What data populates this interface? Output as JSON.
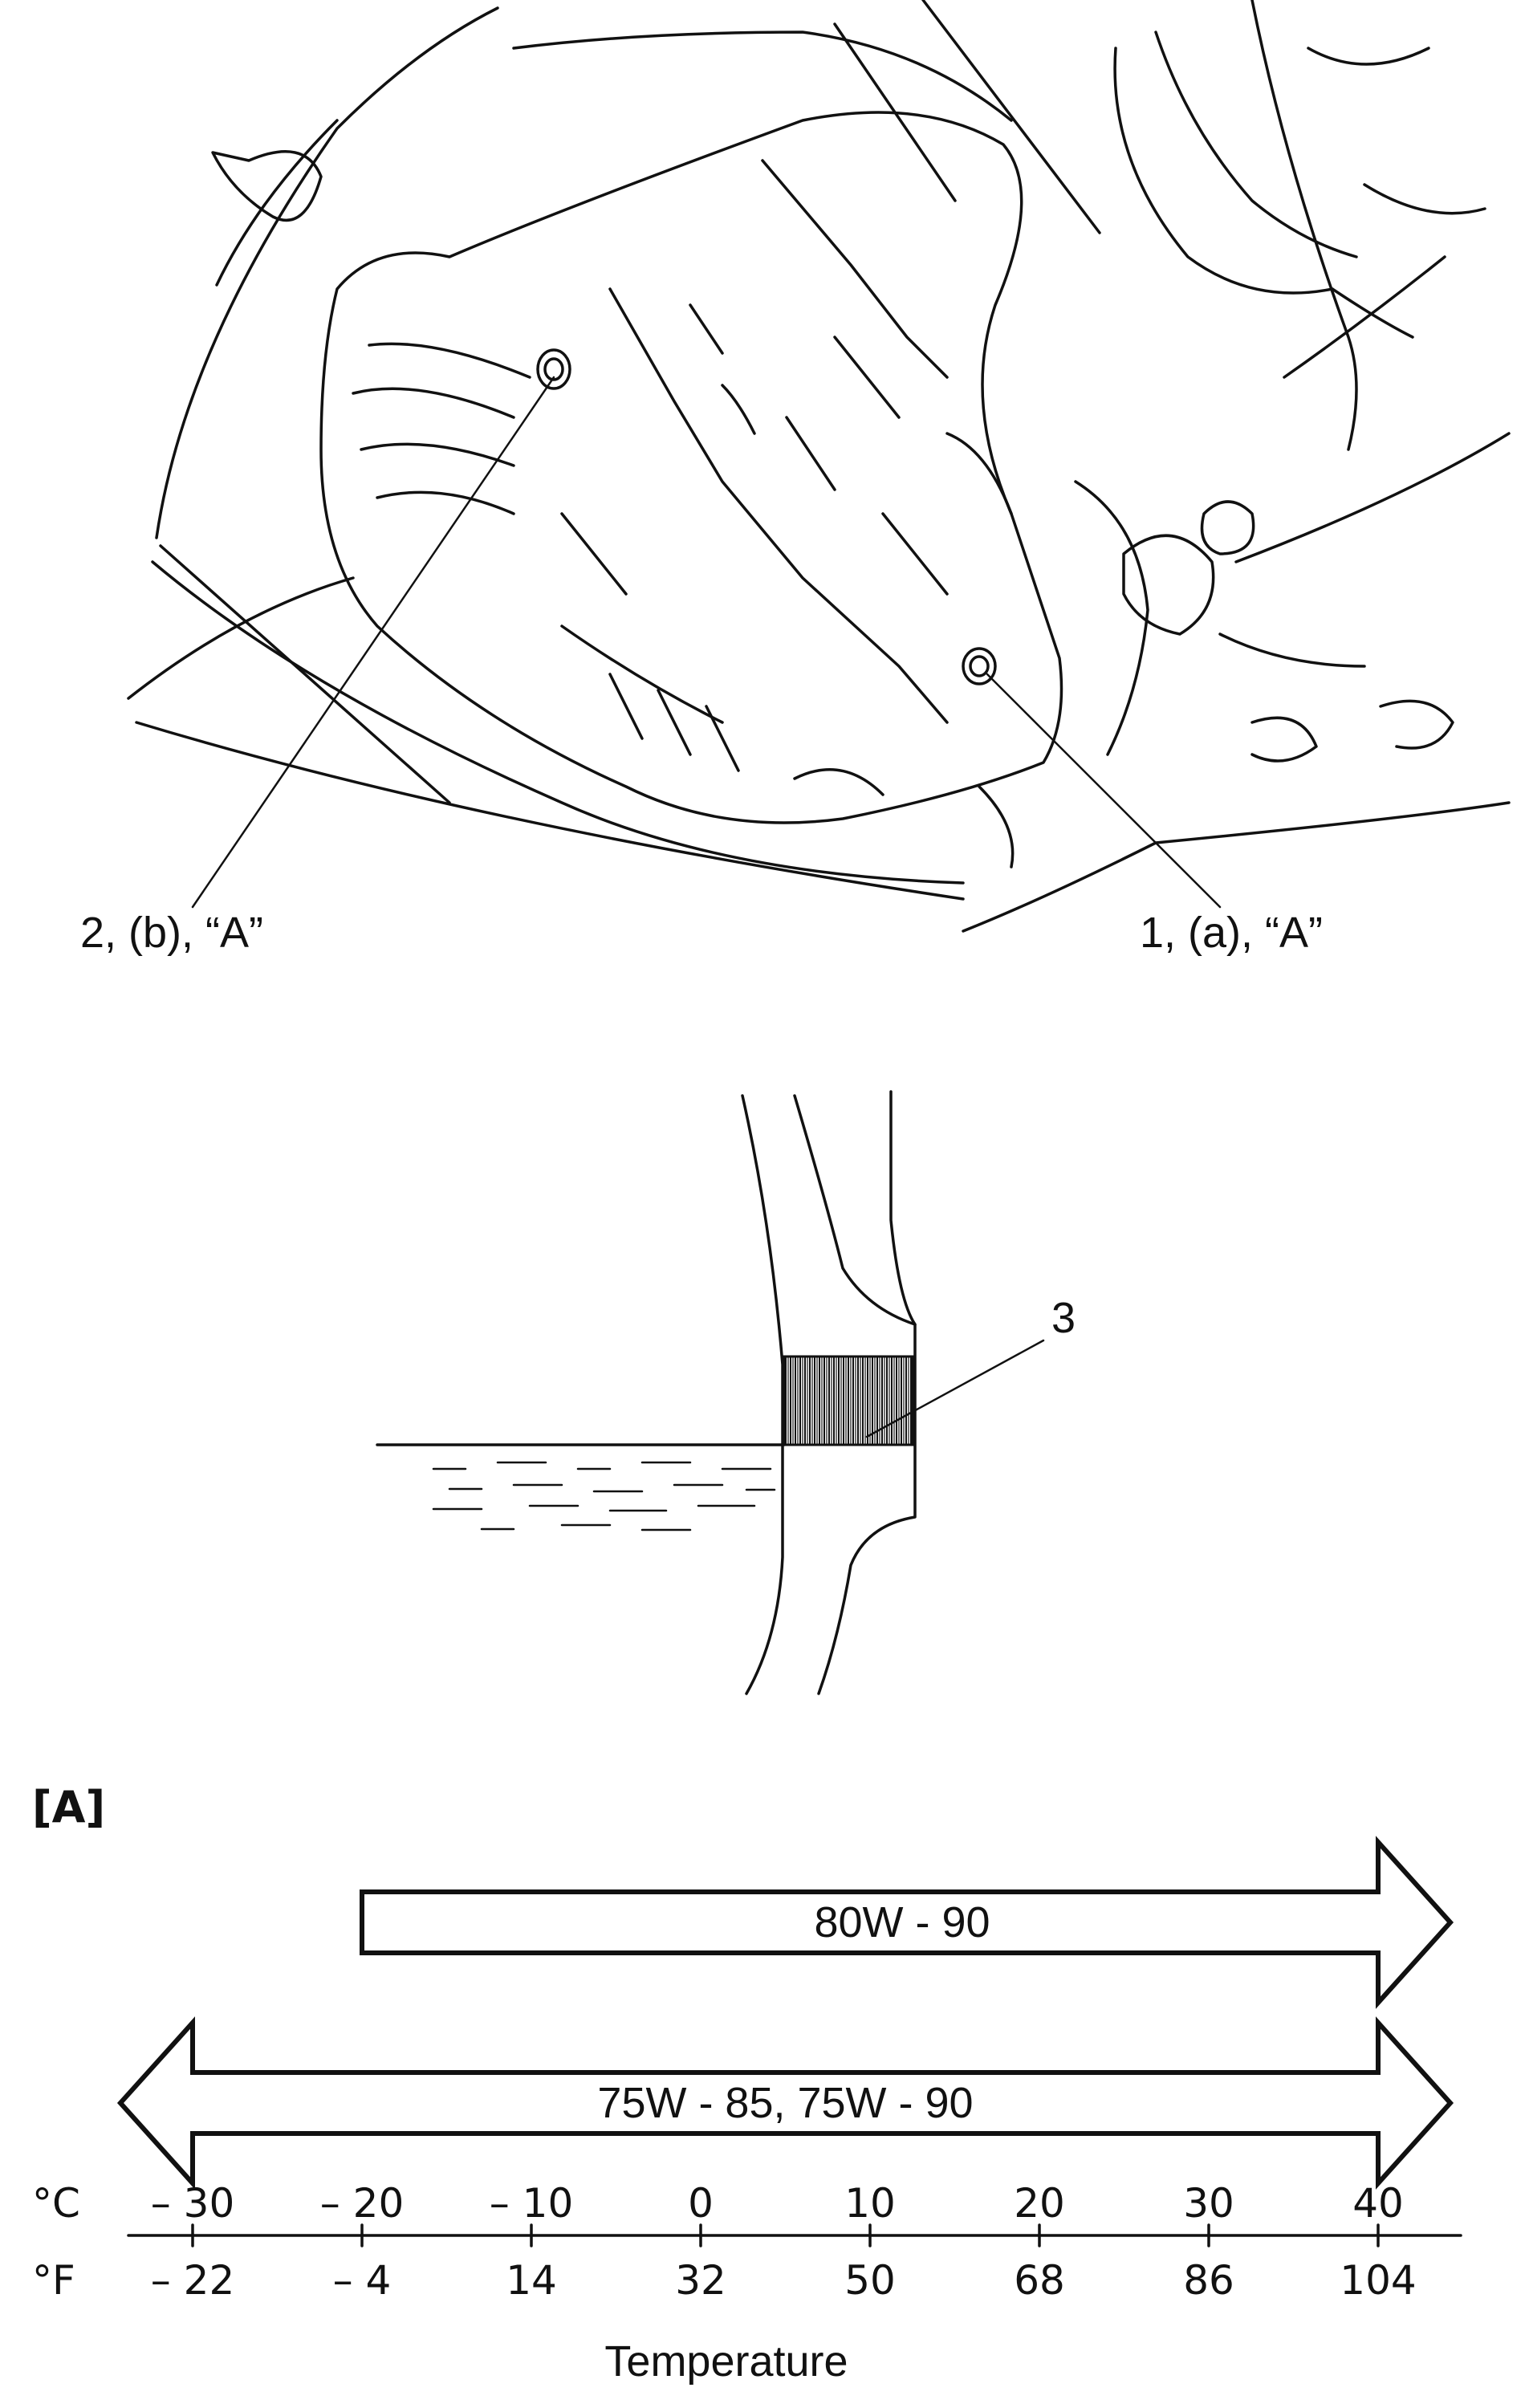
{
  "callouts": {
    "drain_plug": "1, (a), “A”",
    "filler_plug": "2, (b), “A”",
    "oil_level": "3"
  },
  "section_label": "[A]",
  "viscosity_chart": {
    "ranges": [
      {
        "label": "80W - 90",
        "from_c": -20,
        "to_c": 40,
        "open_right": true,
        "open_left": false
      },
      {
        "label": "75W - 85, 75W - 90",
        "from_c": -30,
        "to_c": 40,
        "open_right": true,
        "open_left": true
      }
    ],
    "celsius_unit": "°C",
    "fahrenheit_unit": "°F",
    "celsius_ticks": [
      "– 30",
      "– 20",
      "– 10",
      "0",
      "10",
      "20",
      "30",
      "40"
    ],
    "fahrenheit_ticks": [
      "– 22",
      "– 4",
      "14",
      "32",
      "50",
      "68",
      "86",
      "104"
    ],
    "celsius_values": [
      -30,
      -20,
      -10,
      0,
      10,
      20,
      30,
      40
    ],
    "axis_title": "Temperature"
  }
}
